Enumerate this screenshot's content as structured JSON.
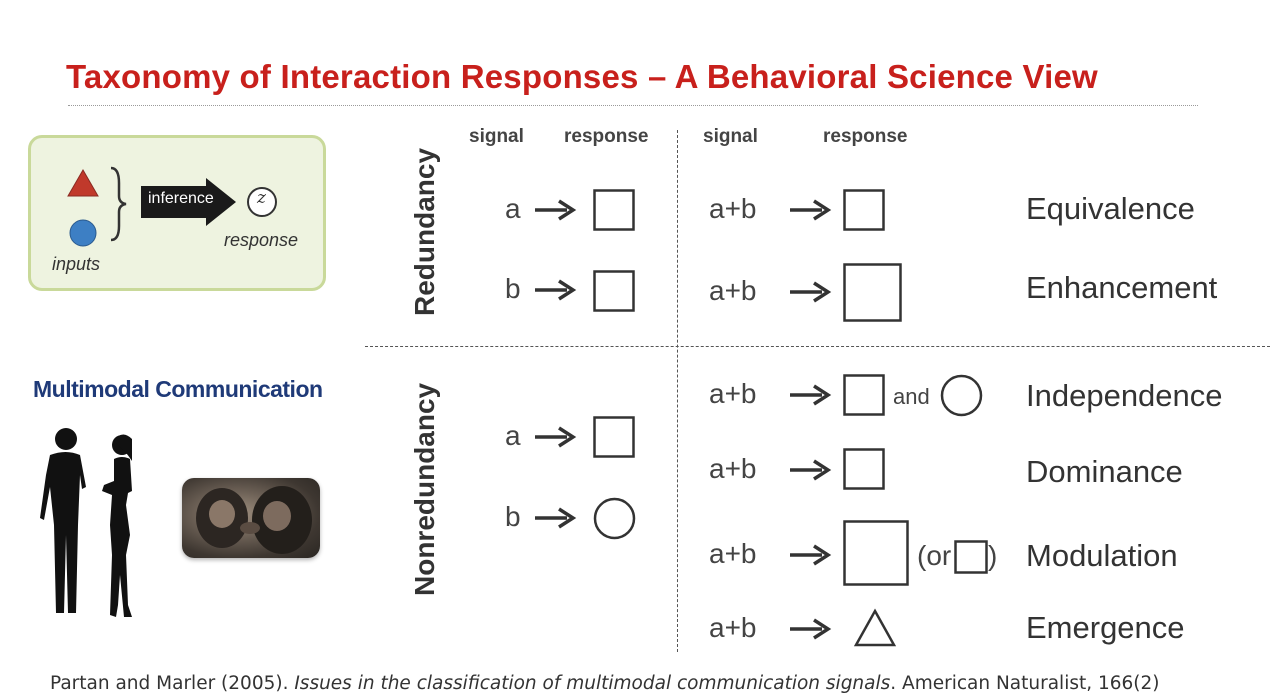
{
  "title": "Taxonomy of Interaction Responses – A Behavioral Science View",
  "inference_box": {
    "arrow_label": "inference",
    "output_symbol": "z",
    "response_label": "response",
    "inputs_label": "inputs"
  },
  "multimodal": {
    "title": "Multimodal Communication"
  },
  "columns": {
    "signal": "signal",
    "response": "response"
  },
  "rows": {
    "redundancy": "Redundancy",
    "nonredundancy": "Nonredundancy"
  },
  "single_signals": {
    "a": "a",
    "b": "b"
  },
  "combined_signal": "a+b",
  "and_label": "and",
  "or_open": "(or",
  "or_close": ")",
  "categories": {
    "equivalence": "Equivalence",
    "enhancement": "Enhancement",
    "independence": "Independence",
    "dominance": "Dominance",
    "modulation": "Modulation",
    "emergence": "Emergence"
  },
  "citation": {
    "authors": "Partan and Marler (2005). ",
    "paper_title": "Issues in the classification of multimodal communication signals",
    "journal": ". American Naturalist, 166(2)"
  },
  "colors": {
    "title": "#c8201c",
    "multimodal_title": "#1f3a78",
    "triangle": "#c0392b",
    "circle": "#3d7fc4",
    "box_bg": "#eef3e0",
    "box_border": "#c9d99a"
  }
}
